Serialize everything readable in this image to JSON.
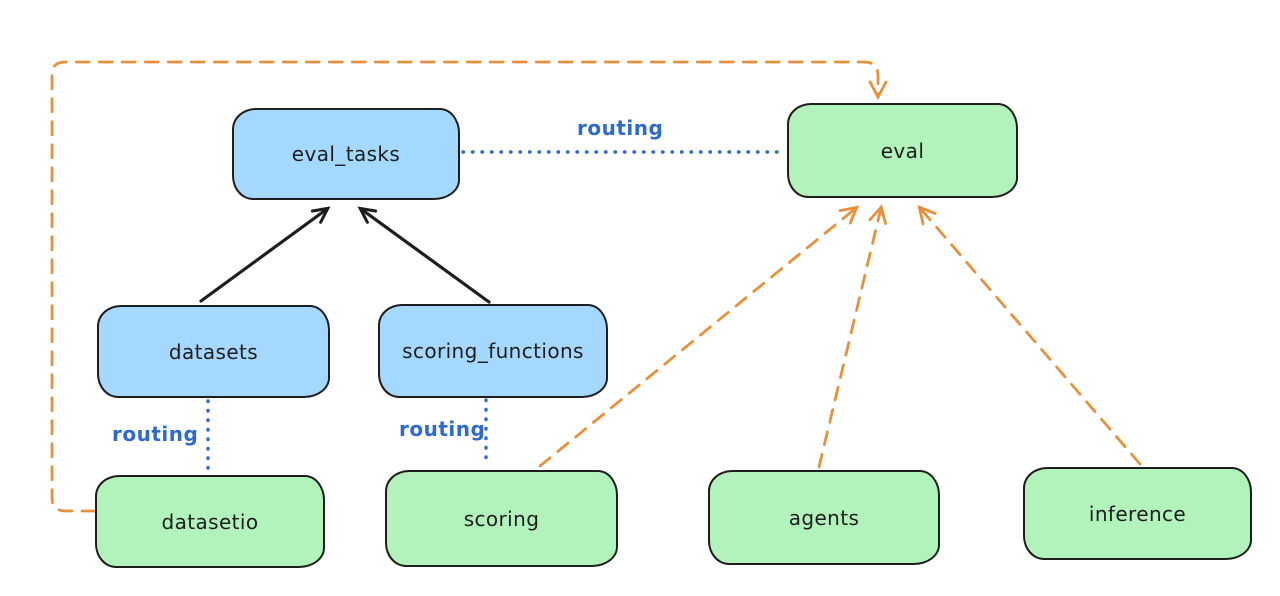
{
  "canvas": {
    "background": "#ffffff"
  },
  "colors": {
    "ink": "#1e1e1e",
    "blue_node_fill": "#a5d8ff",
    "green_node_fill": "#b2f2bb",
    "routing_blue": "#2f6acd",
    "orange_dashed": "#e8913c"
  },
  "nodes": [
    {
      "id": "eval_tasks",
      "label": "eval_tasks",
      "color": "blue"
    },
    {
      "id": "eval",
      "label": "eval",
      "color": "green"
    },
    {
      "id": "datasets",
      "label": "datasets",
      "color": "blue"
    },
    {
      "id": "scoring_functions",
      "label": "scoring_functions",
      "color": "blue"
    },
    {
      "id": "datasetio",
      "label": "datasetio",
      "color": "green"
    },
    {
      "id": "scoring",
      "label": "scoring",
      "color": "green"
    },
    {
      "id": "agents",
      "label": "agents",
      "color": "green"
    },
    {
      "id": "inference",
      "label": "inference",
      "color": "green"
    }
  ],
  "edges": [
    {
      "from": "datasets",
      "to": "eval_tasks",
      "style": "solid-black-arrow",
      "label": ""
    },
    {
      "from": "scoring_functions",
      "to": "eval_tasks",
      "style": "solid-black-arrow",
      "label": ""
    },
    {
      "from": "eval_tasks",
      "to": "eval",
      "style": "dotted-blue",
      "label": "routing"
    },
    {
      "from": "datasets",
      "to": "datasetio",
      "style": "dotted-blue",
      "label": "routing"
    },
    {
      "from": "scoring_functions",
      "to": "scoring",
      "style": "dotted-blue",
      "label": "routing"
    },
    {
      "from": "scoring",
      "to": "eval",
      "style": "dashed-orange-arrow",
      "label": ""
    },
    {
      "from": "agents",
      "to": "eval",
      "style": "dashed-orange-arrow",
      "label": ""
    },
    {
      "from": "inference",
      "to": "eval",
      "style": "dashed-orange-arrow",
      "label": ""
    },
    {
      "from": "datasetio",
      "to": "eval",
      "style": "dashed-orange-arrow",
      "label": ""
    }
  ]
}
